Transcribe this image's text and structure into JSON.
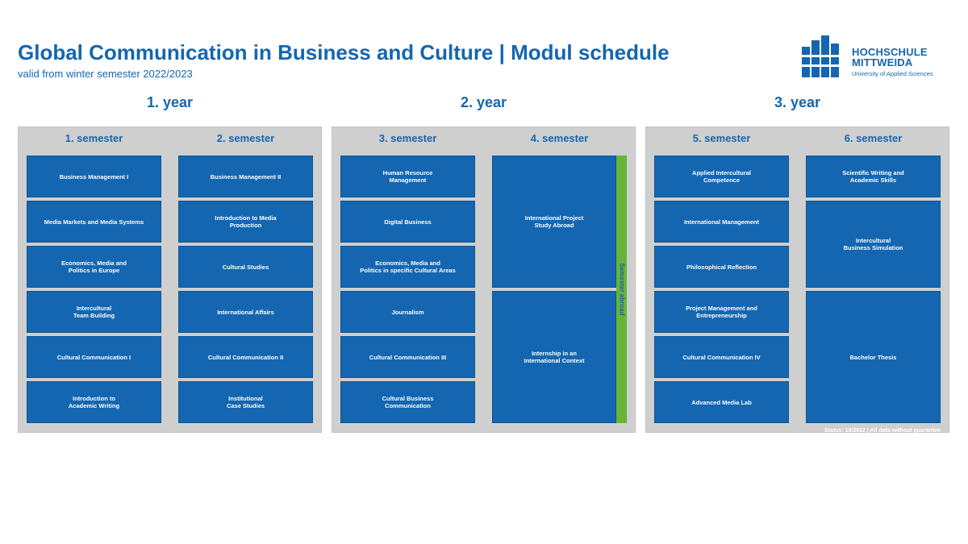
{
  "header": {
    "title": "Global Communication in Business and Culture | Modul schedule",
    "subtitle": "valid from winter semester 2022/2023"
  },
  "logo": {
    "name_line1": "HOCHSCHULE",
    "name_line2": "MITTWEIDA",
    "tagline": "University of Applied Sciences",
    "color": "#1466b0"
  },
  "years": [
    {
      "label": "1. year",
      "semesters": [
        {
          "label": "1. semester",
          "modules": [
            "Business Management I",
            "Media Markets and Media Systems",
            "Economics, Media and\nPolitics in Europe",
            "Intercultural\nTeam Building",
            "Cultural Communication I",
            "Introduction to\nAcademic Writing"
          ]
        },
        {
          "label": "2. semester",
          "modules": [
            "Business Management II",
            "Introduction to Media\nProduction",
            "Cultural Studies",
            "International Affairs",
            "Cultural Communication II",
            "Institutional\nCase Studies"
          ]
        }
      ]
    },
    {
      "label": "2. year",
      "semesters": [
        {
          "label": "3. semester",
          "modules": [
            "Human Resource\nManagement",
            "Digital Business",
            "Economics, Media and\nPolitics in specific Cultural Areas",
            "Journalism",
            "Cultural Communication III",
            "Cultural Business\nCommunication"
          ]
        },
        {
          "label": "4. semester",
          "modules": [
            "International Project\nStudy Abroad",
            "Internship in an\nInternational Context"
          ],
          "side_label": "Semester abroad"
        }
      ]
    },
    {
      "label": "3. year",
      "semesters": [
        {
          "label": "5. semester",
          "modules": [
            "Applied Intercultural\nCompetence",
            "International Management",
            "Philosophical Reflection",
            "Project Management and\nEntrepreneurship",
            "Cultural Communication IV",
            "Advanced Media Lab"
          ]
        },
        {
          "label": "6. semester",
          "modules": [
            "Scientific Writing and\nAcademic Skills",
            "Intercultural\nBusiness Simulation",
            "Bachelor Thesis"
          ]
        }
      ]
    }
  ],
  "footer": {
    "status": "Status: 10/2022 | All data without guarantee"
  },
  "colors": {
    "primary_blue": "#1466b0",
    "panel_gray": "#cfcfcf",
    "abroad_green": "#69b336"
  }
}
